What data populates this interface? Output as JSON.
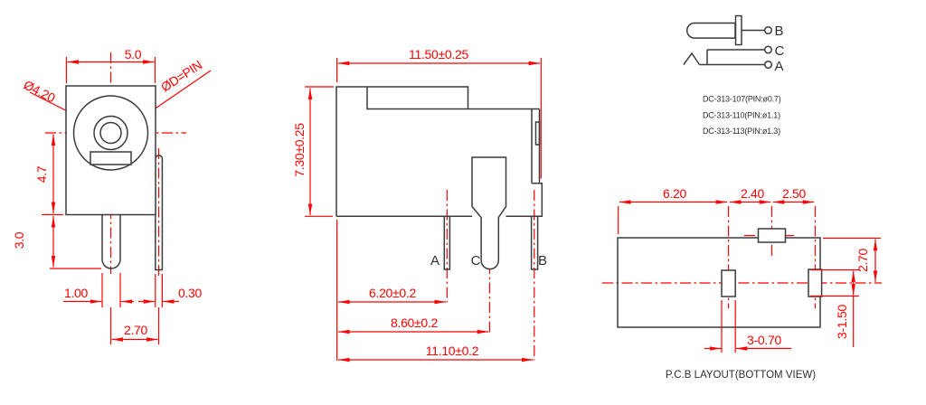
{
  "meta": {
    "background": "#ffffff",
    "dimension_color": "#fe0000",
    "geometry_color": "#3b3b3b"
  },
  "front": {
    "dim_width": "5.0",
    "dim_outer_dia": "Ø4.20",
    "dim_pin_dia": "ØD=PIN",
    "dim_center_height": "4.7",
    "dim_pin_length": "3.0",
    "dim_pin_width": "1.00",
    "dim_leg_thickness": "0.30",
    "dim_pin_to_leg": "2.70"
  },
  "side": {
    "dim_total_width": "11.50±0.25",
    "dim_height": "7.30±0.25",
    "dim_pin_a": "6.20±0.2",
    "dim_pin_c": "8.60±0.2",
    "dim_pin_b": "11.10±0.2",
    "label_a": "A",
    "label_c": "C",
    "label_b": "B"
  },
  "schematic": {
    "label_b": "B",
    "label_c": "C",
    "label_a": "A",
    "part_numbers": [
      "DC-313-107(PIN:ø0.7)",
      "DC-313-110(PIN:ø1.1)",
      "DC-313-113(PIN:ø1.3)"
    ]
  },
  "pcb": {
    "dim_left": "6.20",
    "dim_mid": "2.40",
    "dim_right": "2.50",
    "dim_top_offset": "2.70",
    "dim_slot_length": "3-1.50",
    "dim_slot_width": "3-0.70",
    "caption": "P.C.B LAYOUT(BOTTOM VIEW)"
  }
}
